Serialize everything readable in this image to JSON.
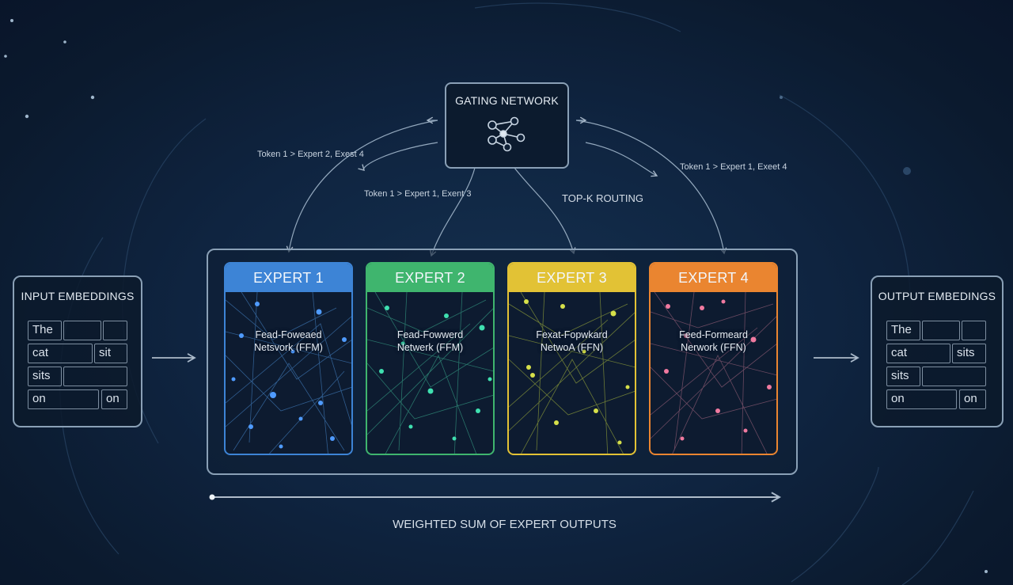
{
  "gating": {
    "title": "GATING NETWORK",
    "icon": "network-nodes-icon"
  },
  "routing_labels": {
    "left_top": "Token 1 > Expert 2, Exest 4",
    "left_bottom": "Token 1 > Expert 1, Exent 3",
    "right": "Token 1 > Expert 1, Exeet 4",
    "topk": "TOP-K ROUTING"
  },
  "input": {
    "title": "INPUT EMBEDDINGS",
    "tokens": [
      "The",
      "",
      "",
      "cat",
      "sit",
      "sits",
      "",
      "on",
      "on"
    ]
  },
  "output": {
    "title": "OUTPUT EMBEDINGS",
    "tokens": [
      "The",
      "",
      "",
      "cat",
      "sits",
      "sits",
      "",
      "on",
      "on"
    ]
  },
  "experts": [
    {
      "label": "EXPERT 1",
      "line1": "Fead-Foweaed",
      "line2": "Netsvork (FFM)",
      "color": "#3d84d6",
      "node": "#4f9bff"
    },
    {
      "label": "EXPERT 2",
      "line1": "Fead-Fowwerd",
      "line2": "Netwerk (FFM)",
      "color": "#3fb56e",
      "node": "#3fe0b0"
    },
    {
      "label": "EXPERT 3",
      "line1": "Fexat-Fopwkard",
      "line2": "NetwoA (FFN)",
      "color": "#e2c235",
      "node": "#d6e04a"
    },
    {
      "label": "EXPERT 4",
      "line1": "Feed-Formeard",
      "line2": "Nerwork (FFN)",
      "color": "#ea8530",
      "node": "#f07aa0"
    }
  ],
  "footer": {
    "label": "WEIGHTED SUM OF EXPERT OUTPUTS"
  },
  "colors": {
    "background": "#0f2440",
    "stroke": "#8aa0b6"
  }
}
